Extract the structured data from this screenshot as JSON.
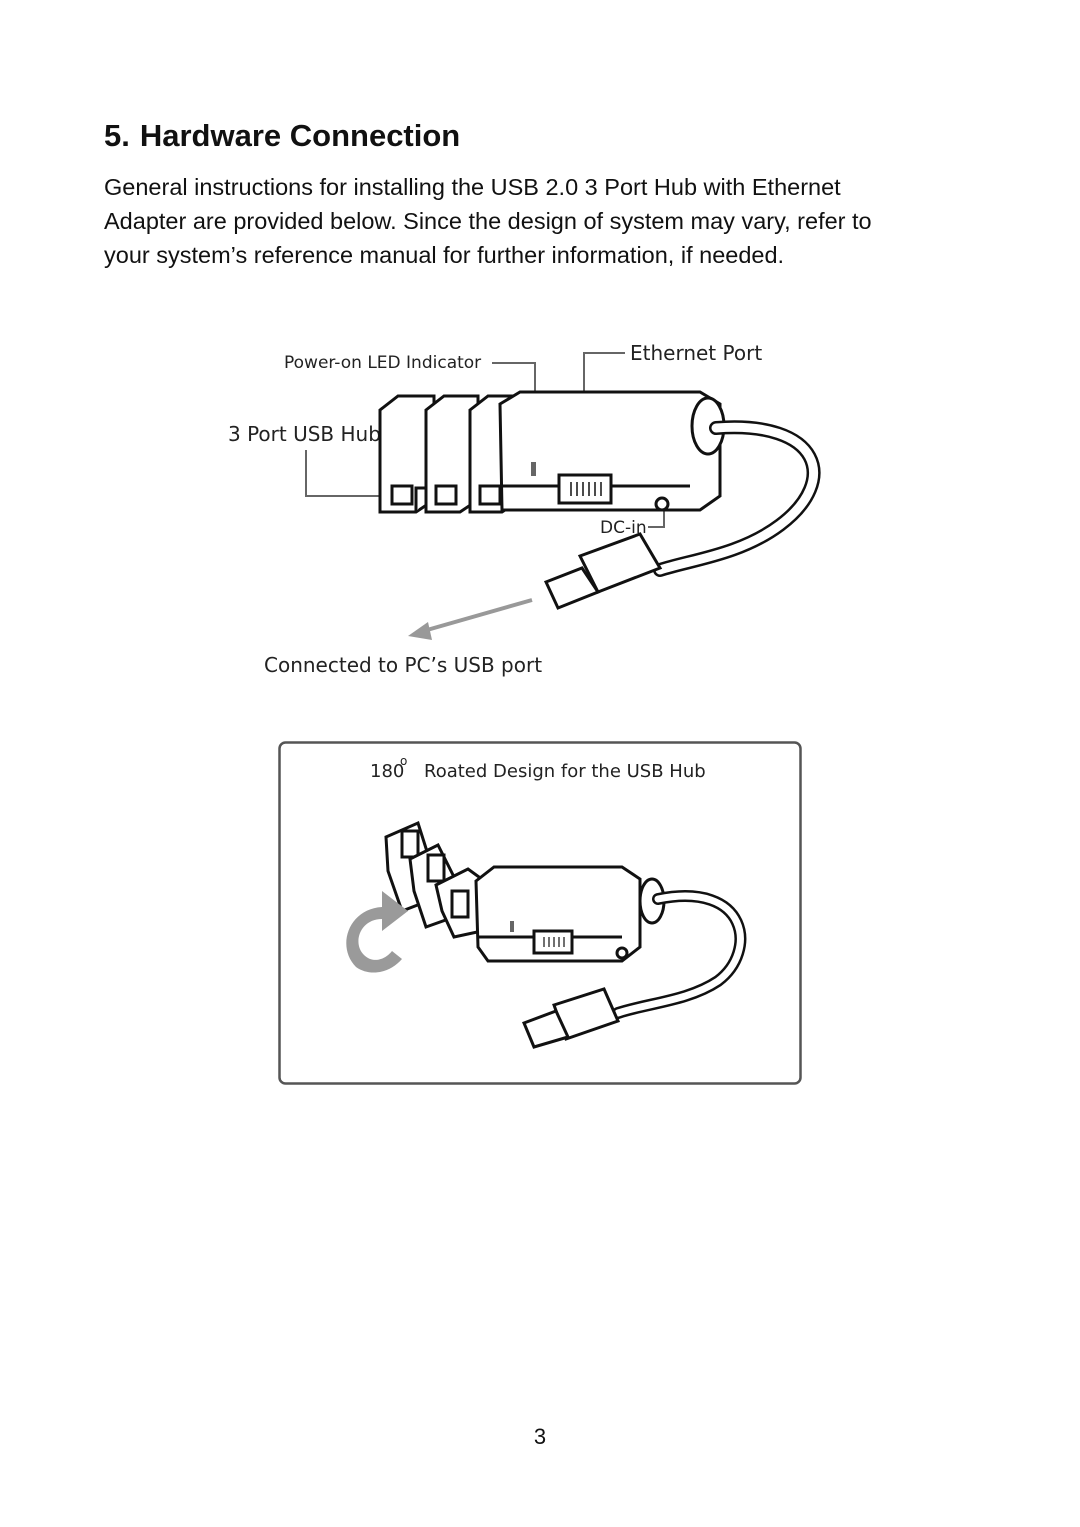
{
  "section": {
    "number": "5.",
    "title": "Hardware Connection"
  },
  "intro_lines": [
    "General instructions for installing the USB 2.0 3 Port Hub with Ethernet",
    "Adapter are provided below. Since the design of system may vary, refer to",
    "your system’s reference manual for further information, if needed."
  ],
  "figure_main": {
    "labels": {
      "power_led": "Power-on LED Indicator",
      "ethernet_port": "Ethernet Port",
      "usb_hub": "3 Port USB Hub",
      "dc_in": "DC-in",
      "connected": "Connected to PC’s USB port"
    }
  },
  "figure_rotated": {
    "caption_number": "180",
    "caption_degree": "o",
    "caption_text": "Roated Design for the USB Hub"
  },
  "page_number": "3"
}
